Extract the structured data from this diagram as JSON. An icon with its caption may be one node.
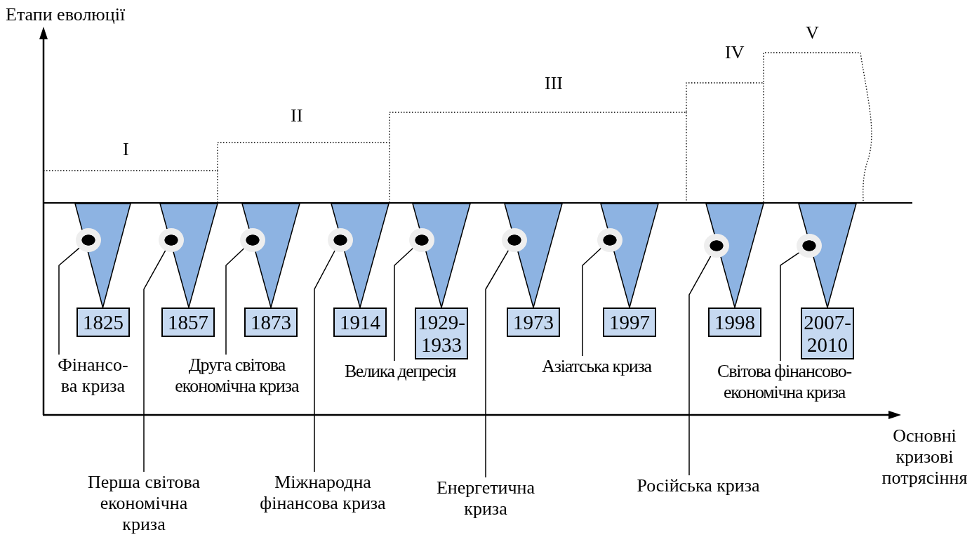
{
  "diagram": {
    "nodes": [
      {
        "text": [
          "1825"
        ]
      },
      {
        "text": [
          "1857"
        ]
      },
      {
        "text": [
          "1873"
        ]
      },
      {
        "text": [
          "1914"
        ]
      },
      {
        "text": [
          "1929- 1933"
        ]
      },
      {
        "text": [
          "1973"
        ]
      },
      {
        "text": [
          "1997"
        ]
      },
      {
        "text": [
          "1998"
        ]
      },
      {
        "text": [
          "2007- 2010"
        ]
      },
      {
        "text": [
          "Фінансо- ва криза"
        ]
      },
      {
        "text": [
          "Перша світова економічна криза"
        ]
      },
      {
        "text": [
          "Друга світова економічна криза"
        ]
      },
      {
        "text": [
          "Міжнародна фінансова криза"
        ]
      },
      {
        "text": [
          "Велика депресія"
        ]
      },
      {
        "text": [
          "Енергетична криза"
        ]
      },
      {
        "text": [
          "Азіатська криза"
        ]
      },
      {
        "text": [
          "Російська криза"
        ]
      },
      {
        "text": [
          "Світова фінансово-економічна криза"
        ]
      },
      {
        "text": [],
        "shape": "circle"
      },
      {
        "text": [],
        "shape": "circle"
      },
      {
        "text": [],
        "shape": "circle"
      },
      {
        "text": [],
        "shape": "circle"
      },
      {
        "text": [],
        "shape": "circle"
      },
      {
        "text": [],
        "shape": "circle"
      },
      {
        "text": [],
        "shape": "circle"
      },
      {
        "text": [],
        "shape": "circle"
      },
      {
        "text": [],
        "shape": "circle"
      }
    ],
    "edges": [
      {
        "from": 9,
        "to": 18,
        "arrow": "none"
      },
      {
        "from": 10,
        "to": 19,
        "arrow": "none"
      },
      {
        "from": 11,
        "to": 20,
        "arrow": "none"
      },
      {
        "from": 12,
        "to": 21,
        "arrow": "none"
      },
      {
        "from": 13,
        "to": 22,
        "arrow": "none"
      },
      {
        "from": 14,
        "to": 23,
        "arrow": "none"
      },
      {
        "from": 15,
        "to": 24,
        "arrow": "none"
      },
      {
        "from": 16,
        "to": 25,
        "arrow": "none"
      },
      {
        "from": 17,
        "to": 26,
        "arrow": "none"
      }
    ],
    "labels": [
      "Етапи еволюції",
      "V",
      "IV",
      "III",
      "II",
      "I",
      "Основні кризові потрясіння"
    ]
  }
}
